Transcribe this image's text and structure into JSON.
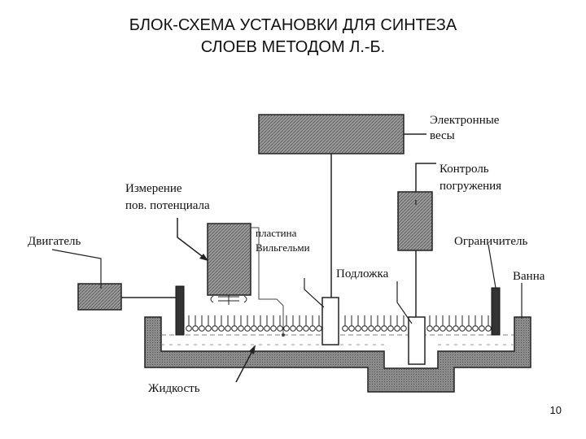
{
  "title": {
    "line1": "БЛОК-СХЕМА УСТАНОВКИ ДЛЯ СИНТЕЗА",
    "line2": "СЛОЕВ МЕТОДОМ Л.-Б."
  },
  "labels": {
    "balance_line1": "Электронные",
    "balance_line2": "весы",
    "immersion_line1": "Контроль",
    "immersion_line2": "погружения",
    "potential_line1": "Измерение",
    "potential_line2": "пов. потенциала",
    "plate_line1": "пластина",
    "plate_line2": "Вильгельми",
    "motor": "Двигатель",
    "limiter": "Ограничитель",
    "substrate": "Подложка",
    "bath": "Ванна",
    "liquid": "Жидкость"
  },
  "page_number": "10"
}
